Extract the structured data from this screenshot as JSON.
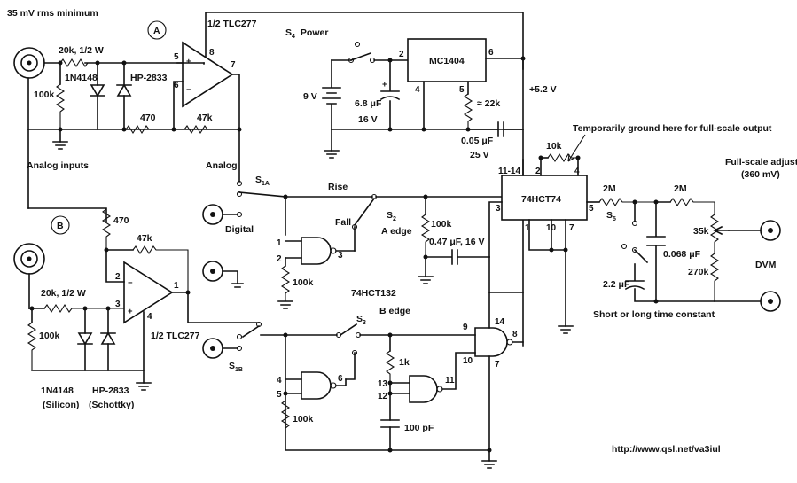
{
  "labels": {
    "top_note": "35 mV rms minimum",
    "input_a": "A",
    "input_b": "B",
    "opamp_a": "1/2 TLC277",
    "opamp_b": "1/2 TLC277",
    "power": "S",
    "power_sub": "4",
    "power_word": "Power",
    "regulator": "MC1404",
    "battery": "9 V",
    "cap_68": "6.8 μF",
    "cap_68_v": "16 V",
    "r_22k": "≈ 22k",
    "supply": "+5.2 V",
    "cap_005": "0.05 μF",
    "cap_005_v": "25 V",
    "ground_note": "Temporarily ground here for full-scale output",
    "r_10k": "10k",
    "flipflop": "74HCT74",
    "r_2m_a": "2M",
    "r_2m_b": "2M",
    "fs_adjust": "Full-scale adjust",
    "fs_adjust_v": "(360 mV)",
    "r_35k": "35k",
    "r_270k": "270k",
    "dvm": "DVM",
    "cap_0068": "0.068 μF",
    "cap_22": "2.2 μF",
    "time_const": "Short or long time constant",
    "s5": "S",
    "s5_sub": "5",
    "r_20k_a": "20k, 1/2 W",
    "r_20k_b": "20k, 1/2 W",
    "r_100k_a": "100k",
    "r_100k_b": "100k",
    "d_1n4148": "1N4148",
    "d_hp2833": "HP-2833",
    "r_470_a": "470",
    "r_47k_a": "47k",
    "analog_inputs": "Analog inputs",
    "analog": "Analog",
    "s1a": "S",
    "s1a_sub": "1A",
    "digital": "Digital",
    "rise": "Rise",
    "fall": "Fall",
    "s2": "S",
    "s2_sub": "2",
    "a_edge": "A edge",
    "r_100k_s2": "100k",
    "cap_047": "0.47 μF, 16 V",
    "r_100k_g1": "100k",
    "hct132": "74HCT132",
    "b_edge": "B edge",
    "s3": "S",
    "s3_sub": "3",
    "r_470_b": "470",
    "r_47k_b": "47k",
    "s1b": "S",
    "s1b_sub": "1B",
    "r_1k": "1k",
    "cap_100p": "100 pF",
    "r_100k_g2": "100k",
    "bottom_d1": "1N4148",
    "bottom_d1_sub": "(Silicon)",
    "bottom_d2": "HP-2833",
    "bottom_d2_sub": "(Schottky)",
    "url": "http://www.qsl.net/va3iul"
  },
  "pins": {
    "p5": "5",
    "p8": "8",
    "p7": "7",
    "p6": "6",
    "p2": "2",
    "p3": "3",
    "p1": "1",
    "p4": "4",
    "reg2": "2",
    "reg6": "6",
    "reg4": "4",
    "reg5": "5",
    "ff1114": "11-14",
    "ff2": "2",
    "ff4": "4",
    "ff3": "3",
    "ff5": "5",
    "ff1": "1",
    "ff10": "10",
    "ff7": "7",
    "g1a": "1",
    "g1b": "2",
    "g1o": "3",
    "g2a": "4",
    "g2b": "5",
    "g2o": "6",
    "g3a": "13",
    "g3b": "12",
    "g3o": "11",
    "g4a": "9",
    "g4b": "10",
    "g4o": "8",
    "g4v": "14",
    "g4g": "7"
  }
}
